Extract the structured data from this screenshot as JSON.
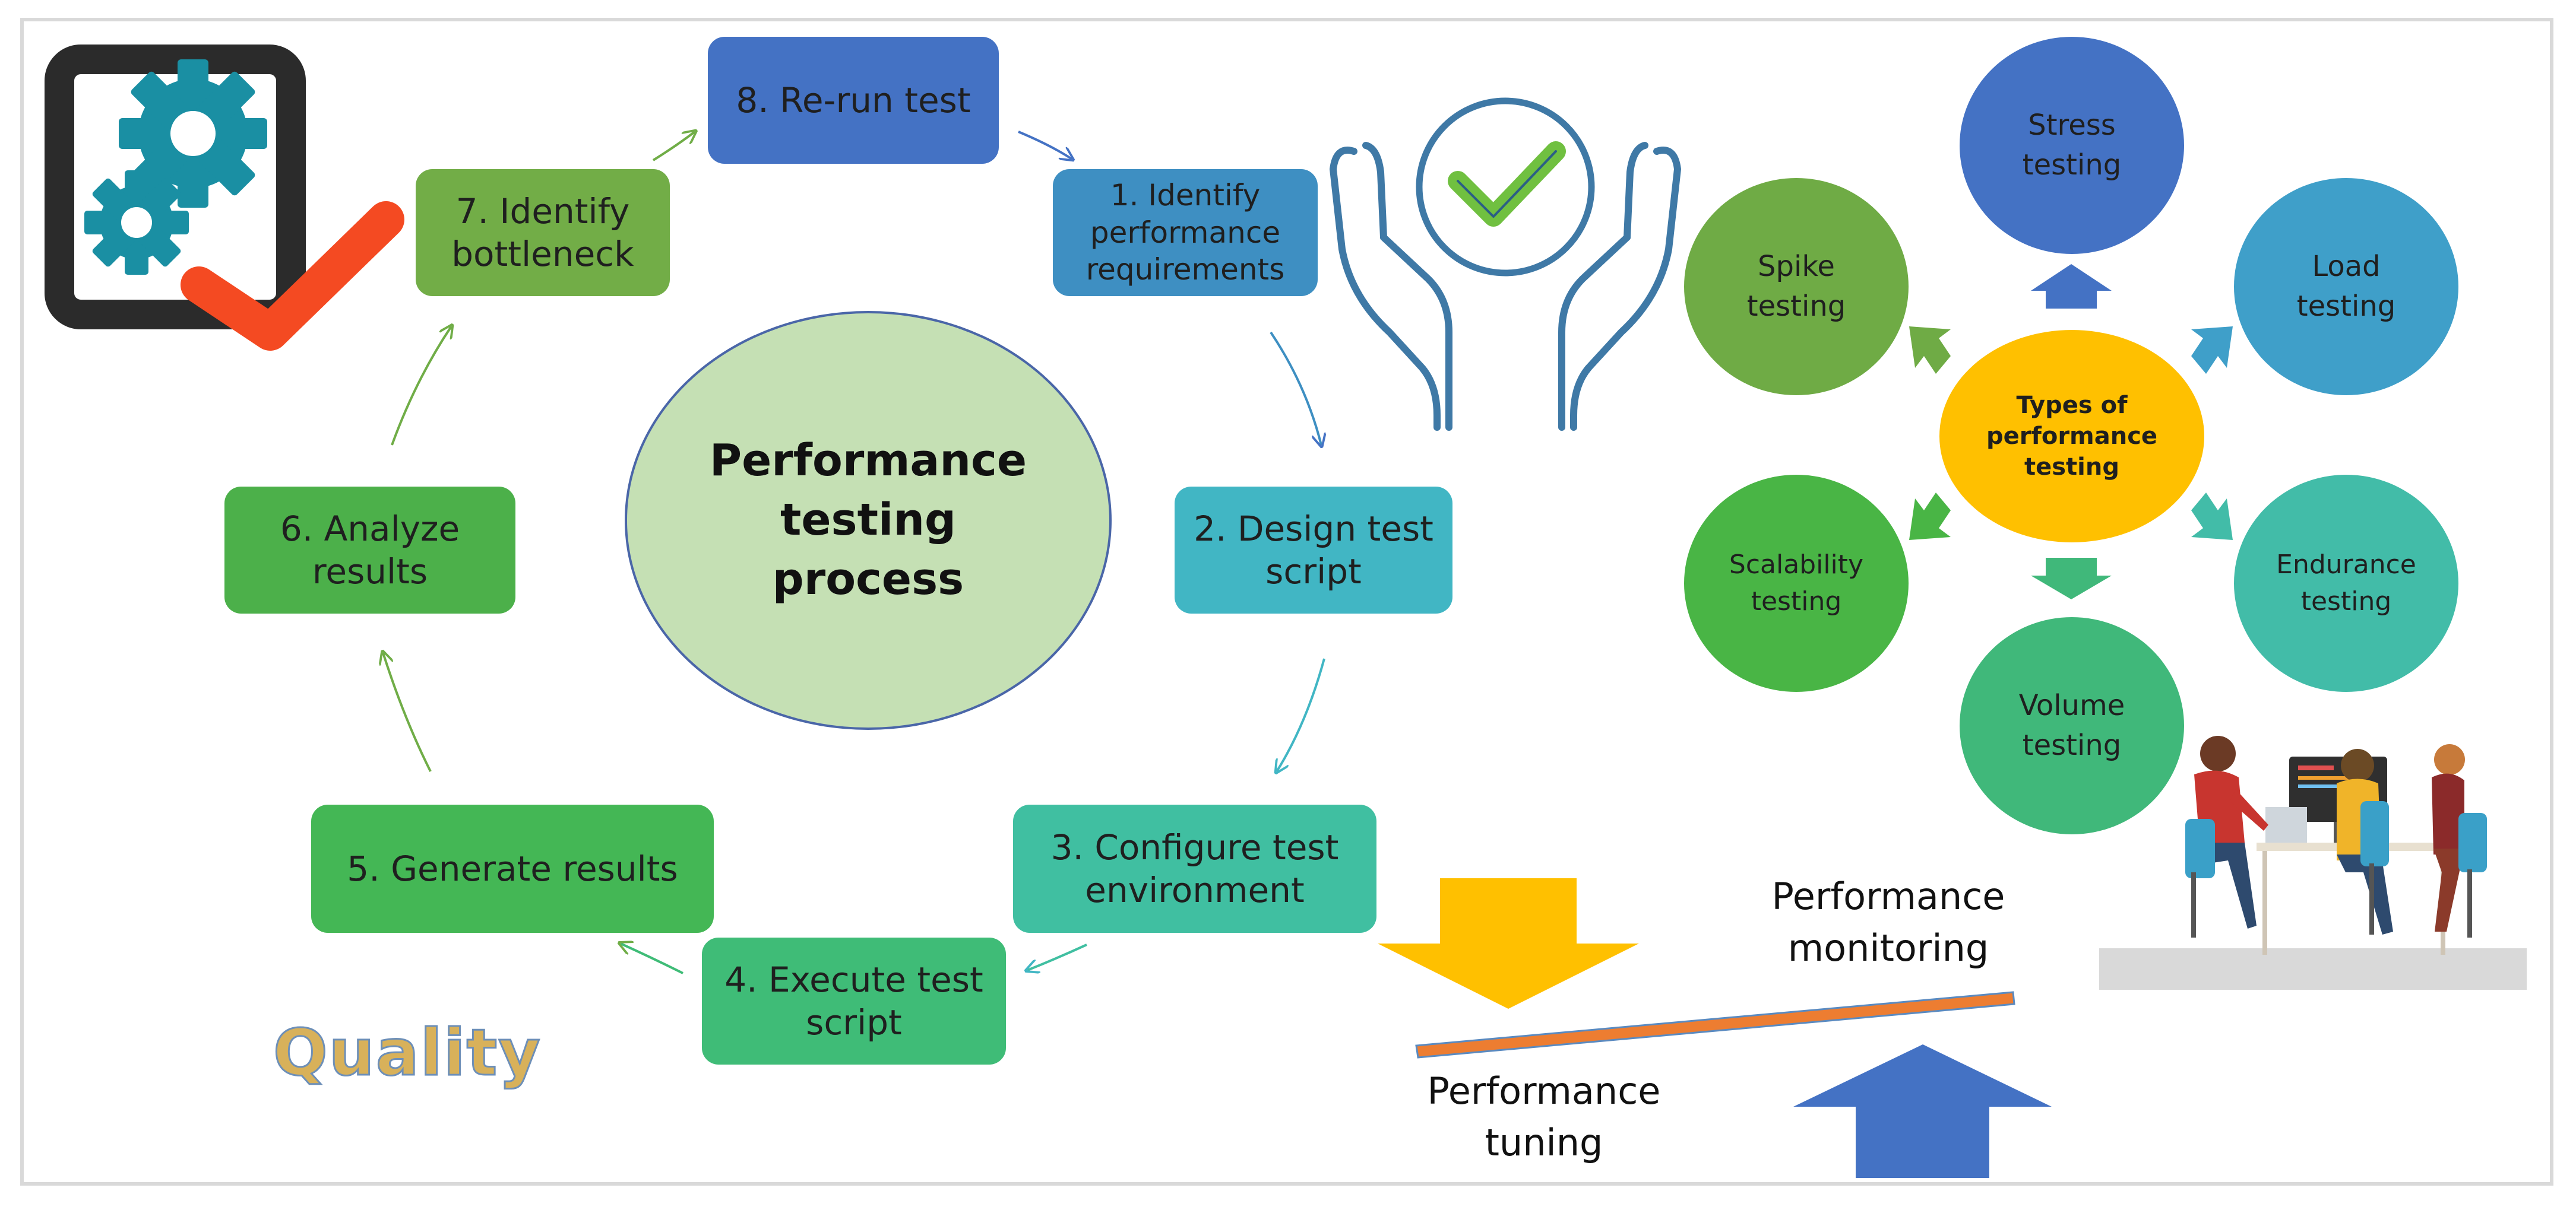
{
  "diagram": {
    "center_title": "Performance\ntesting\nprocess",
    "steps": [
      {
        "id": "step-1",
        "label": "1. Identify\nperformance\nrequirements",
        "color": "#3e8fc2"
      },
      {
        "id": "step-2",
        "label": "2. Design test\nscript",
        "color": "#41b6c4"
      },
      {
        "id": "step-3",
        "label": "3. Configure test\nenvironment",
        "color": "#40bfa1"
      },
      {
        "id": "step-4",
        "label": "4. Execute test\nscript",
        "color": "#3fbc77"
      },
      {
        "id": "step-5",
        "label": "5. Generate results",
        "color": "#44b755"
      },
      {
        "id": "step-6",
        "label": "6. Analyze\nresults",
        "color": "#4cb04a"
      },
      {
        "id": "step-7",
        "label": "7. Identify\nbottleneck",
        "color": "#72ad47"
      },
      {
        "id": "step-8",
        "label": "8. Re-run test",
        "color": "#4472c4"
      }
    ],
    "quality_label": "Quality"
  },
  "types": {
    "center": "Types of\nperformance\ntesting",
    "items": [
      {
        "id": "stress",
        "label": "Stress\ntesting",
        "color": "#4472c4"
      },
      {
        "id": "load",
        "label": "Load\ntesting",
        "color": "#3f9fc9"
      },
      {
        "id": "endurance",
        "label": "Endurance\ntesting",
        "color": "#42bca8"
      },
      {
        "id": "volume",
        "label": "Volume\ntesting",
        "color": "#40b87a"
      },
      {
        "id": "scalability",
        "label": "Scalability\ntesting",
        "color": "#49b545"
      },
      {
        "id": "spike",
        "label": "Spike\ntesting",
        "color": "#6fab45"
      }
    ],
    "center_color": "#ffc000"
  },
  "balance": {
    "monitoring": "Performance\nmonitoring",
    "tuning": "Performance\ntuning"
  },
  "colors": {
    "arrow_green": "#70ad47",
    "arrow_blue": "#4472c4",
    "arrow_teal": "#41b6c4",
    "yellow": "#ffc000",
    "orange": "#ed7d31",
    "check_red": "#f44a22",
    "gear_teal": "#1a8fa3"
  }
}
